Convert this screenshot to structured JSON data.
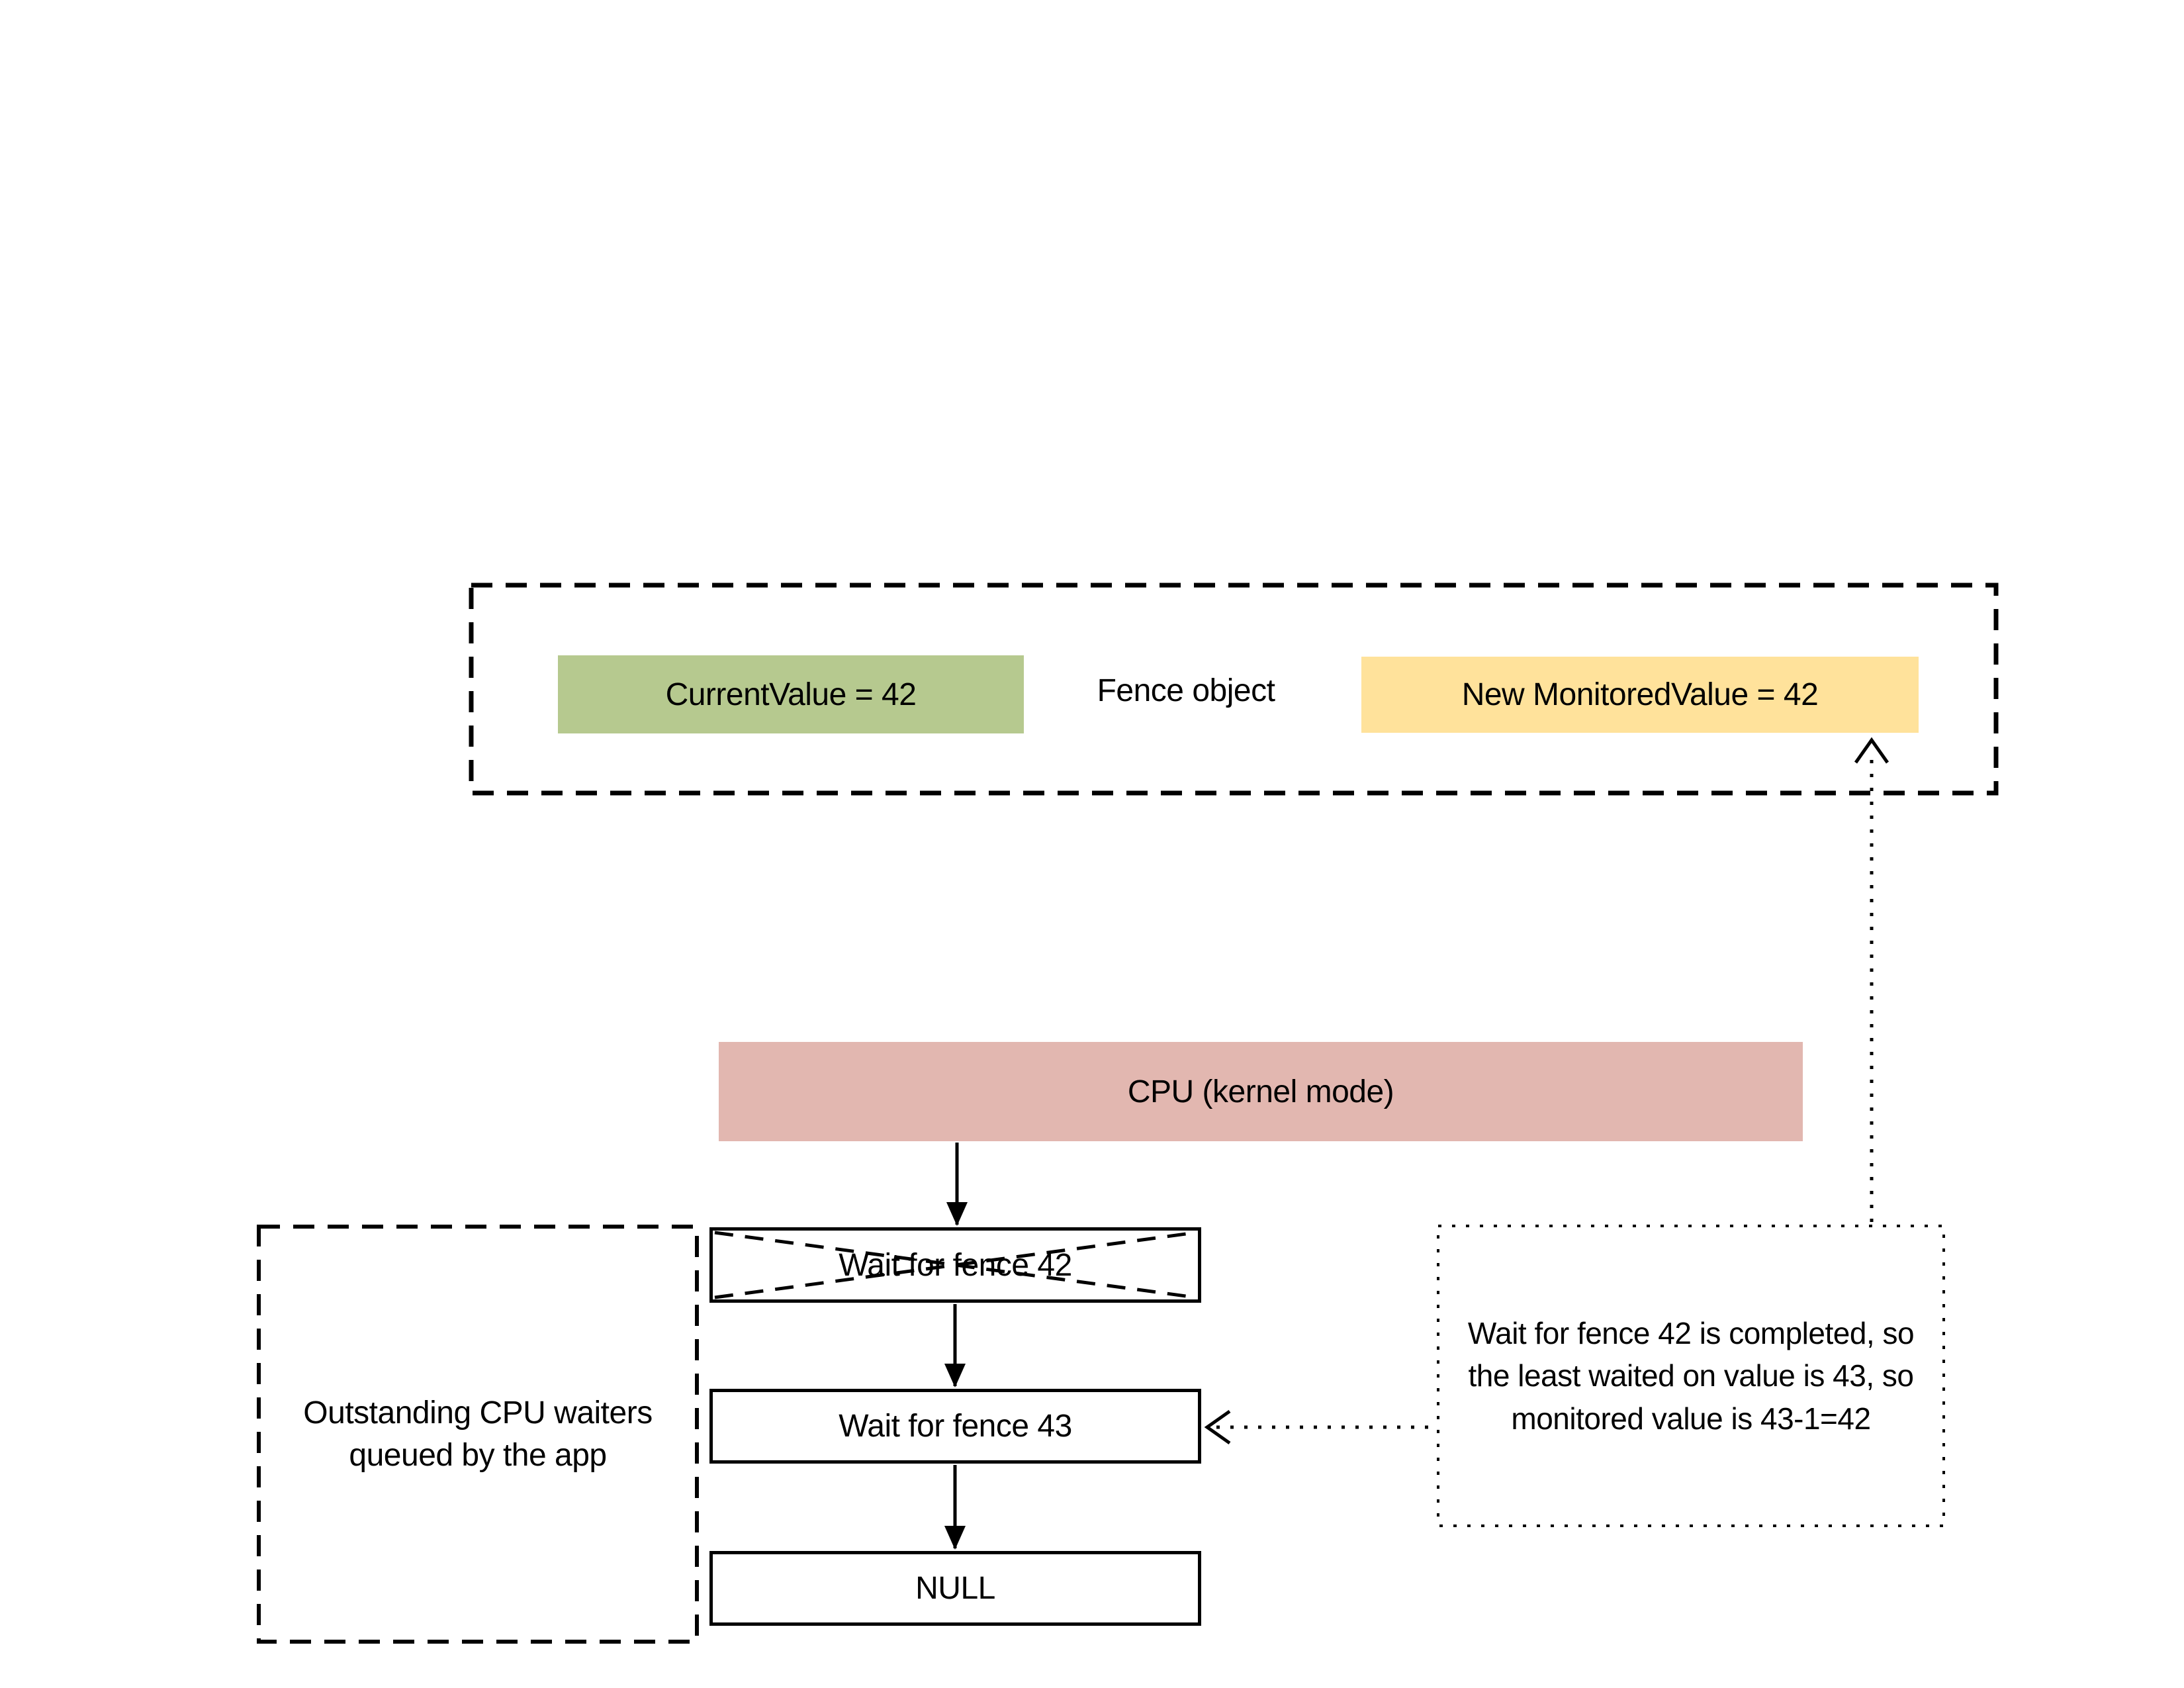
{
  "colors": {
    "background": "#ffffff",
    "line": "#000000",
    "current_value_green": "#b6c98f",
    "monitored_value_yellow": "#ffe29b",
    "cpu_pink": "#e2b7b0"
  },
  "fence_object": {
    "label": "Fence object",
    "current_value": "CurrentValue = 42",
    "new_monitored_value": "New MonitoredValue = 42"
  },
  "cpu": {
    "label": "CPU (kernel mode)"
  },
  "waiter_queue": {
    "items": [
      {
        "label": "Wait for fence 42",
        "crossed_out": true
      },
      {
        "label": "Wait for fence 43",
        "crossed_out": false
      },
      {
        "label": "NULL",
        "crossed_out": false
      }
    ]
  },
  "left_note": {
    "lines": [
      "Outstanding CPU waiters",
      "queued by the app"
    ]
  },
  "right_note": {
    "lines": [
      "Wait for fence 42 is completed, so",
      "the least waited on value is 43, so",
      "monitored value is 43-1=42"
    ]
  }
}
